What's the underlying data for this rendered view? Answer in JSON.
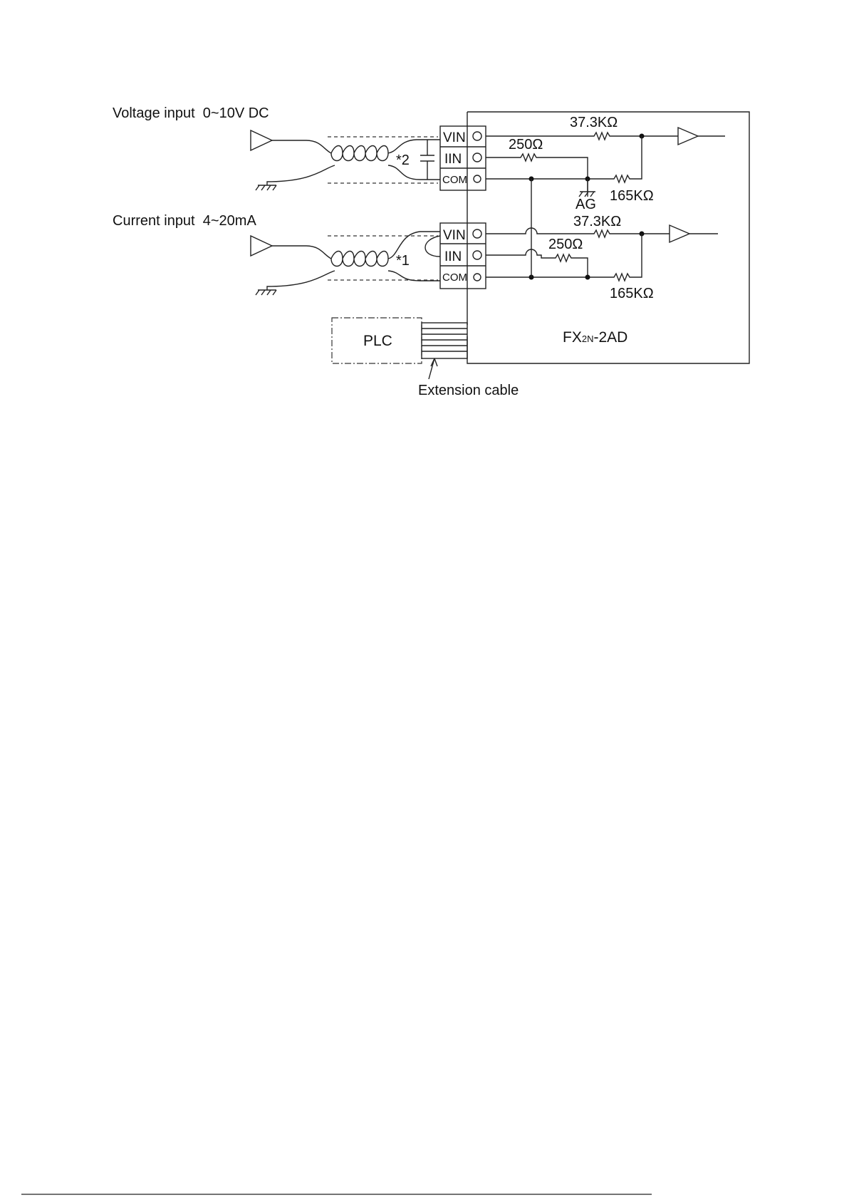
{
  "labels": {
    "voltage_input": "Voltage input  0~10V DC",
    "current_input": "Current input  4~20mA",
    "note2": "*2",
    "note1": "*1",
    "extension_cable": "Extension cable",
    "plc": "PLC",
    "module_prefix": "FX",
    "module_sub": "2N",
    "module_suffix": "-2AD",
    "ag": "AG"
  },
  "channels": [
    {
      "terminals": [
        "VIN",
        "IIN",
        "COM"
      ],
      "r_upper": "37.3KΩ",
      "r_shunt": "250Ω",
      "r_lower": "165KΩ"
    },
    {
      "terminals": [
        "VIN",
        "IIN",
        "COM"
      ],
      "r_upper": "37.3KΩ",
      "r_shunt": "250Ω",
      "r_lower": "165KΩ"
    }
  ]
}
